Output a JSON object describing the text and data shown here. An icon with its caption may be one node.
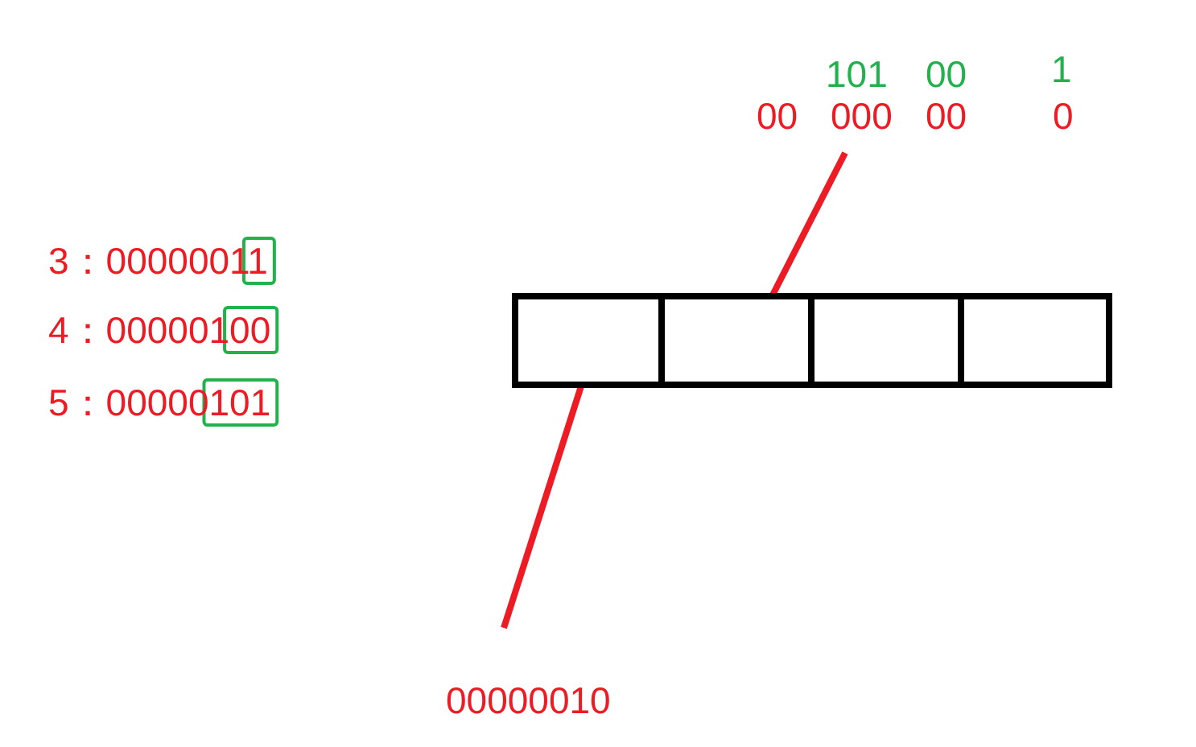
{
  "diagram": {
    "nodes": [
      {
        "text": [],
        "shape": "box"
      },
      {
        "text": [],
        "shape": "box"
      },
      {
        "text": [],
        "shape": "box"
      },
      {
        "text": [],
        "shape": "box"
      },
      {
        "text": [
          "00000010"
        ]
      },
      {
        "text": [
          "00"
        ]
      },
      {
        "text": [
          "000"
        ]
      },
      {
        "text": [
          "00"
        ]
      },
      {
        "text": [
          "0"
        ]
      }
    ],
    "edges": [
      {
        "from": 4,
        "to": 0,
        "arrow": "none"
      },
      {
        "from": 6,
        "to": 1,
        "arrow": "none"
      }
    ],
    "labels": [
      "101",
      "00",
      "1",
      "3：00000011",
      "4：00000100",
      "5：00000101"
    ]
  }
}
